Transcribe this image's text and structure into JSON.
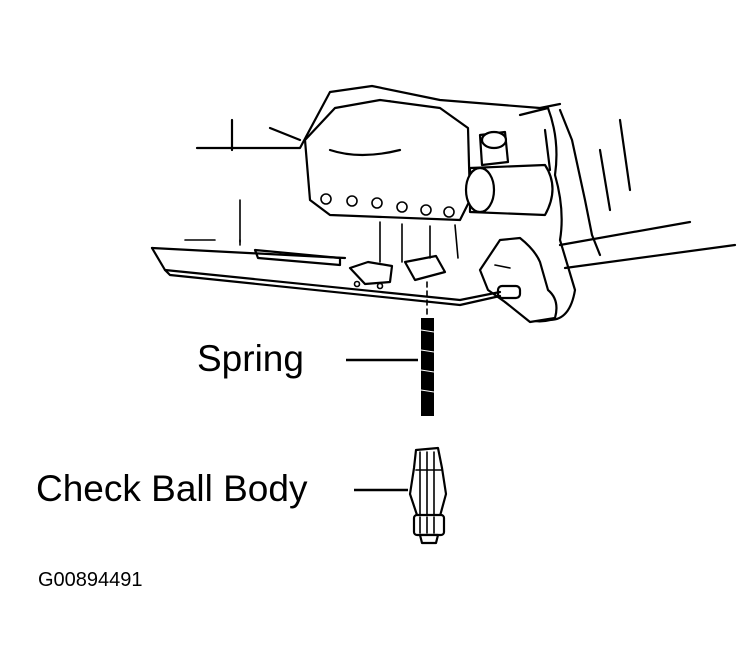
{
  "labels": {
    "spring": "Spring",
    "check_ball_body": "Check Ball Body"
  },
  "figure_id": "G00894491"
}
